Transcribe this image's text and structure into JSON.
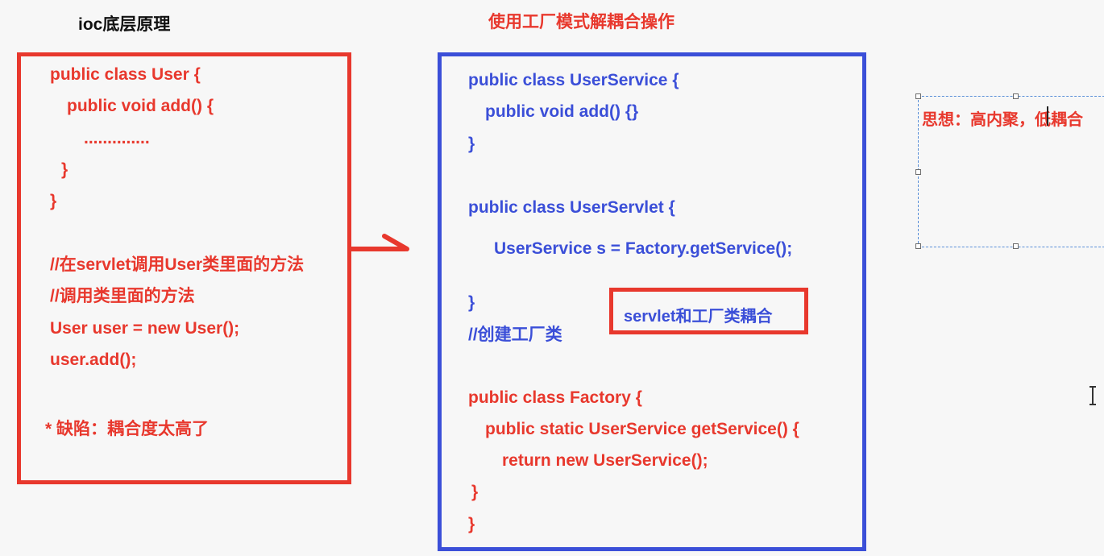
{
  "headings": {
    "left": "ioc底层原理",
    "middle": "使用工厂模式解耦合操作"
  },
  "left_code": {
    "line1": "public class User {",
    "line2": "public void add() {",
    "line3": "..............",
    "line4": "}",
    "line5": "}",
    "line6": "//在servlet调用User类里面的方法",
    "line7": "//调用类里面的方法",
    "line8": "User user = new User();",
    "line9": "user.add();",
    "line10": "* 缺陷：耦合度太高了"
  },
  "middle_code": {
    "line1": "public class UserService {",
    "line2": "public void add() {}",
    "line3": "}",
    "line4": "public class UserServlet {",
    "line5": "UserService s = Factory.getService();",
    "line6": "}",
    "line7": "//创建工厂类",
    "line8": "public class Factory {",
    "line9": "public static UserService getService() {",
    "line10": "return new UserService();",
    "line11": "}",
    "line12": "}"
  },
  "callout": {
    "text": "servlet和工厂类耦合"
  },
  "note": {
    "text": "思想：高内聚，低耦合"
  },
  "icons": {
    "arrow": "right-arrow-icon",
    "cursor": "text-cursor-icon"
  },
  "colors": {
    "red": "#e8382d",
    "blue": "#3b4fd8",
    "selection": "#5a8fd8"
  }
}
